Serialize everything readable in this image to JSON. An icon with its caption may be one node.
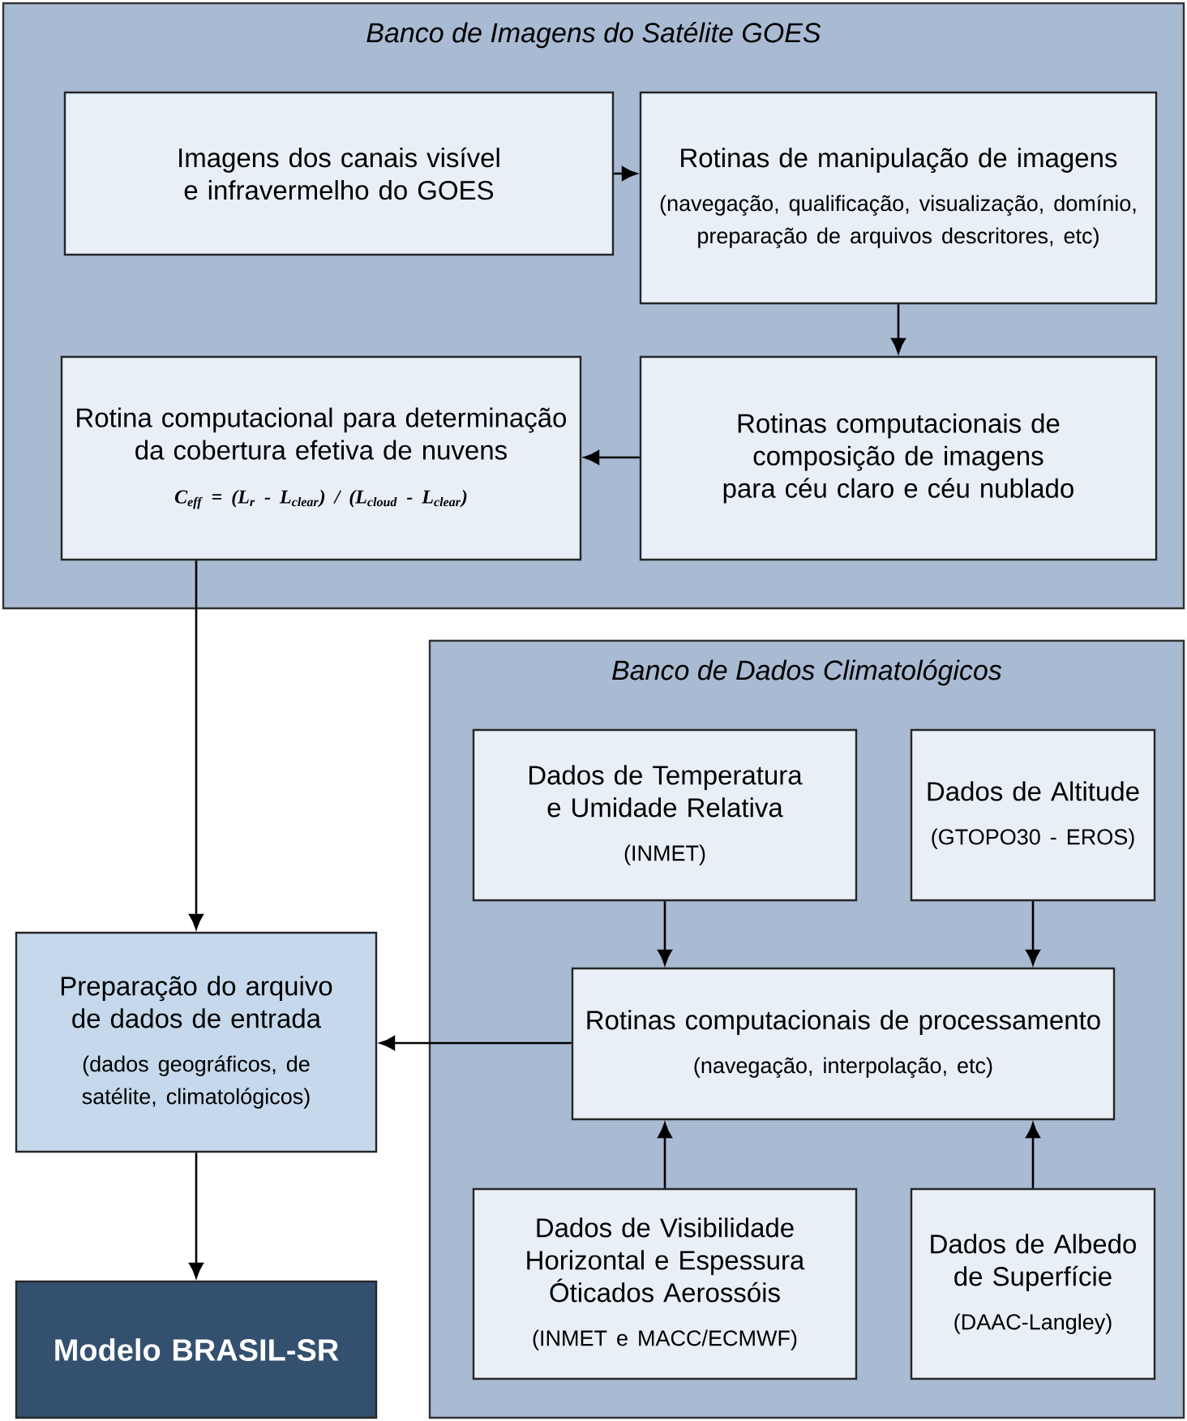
{
  "diagram": {
    "nodes": [
      {
        "text": [
          "Banco de Imagens do Satélite GOES"
        ]
      },
      {
        "text": [
          "Imagens dos canais visível e infravermelho do GOES"
        ],
        "in": 0
      },
      {
        "text": [
          "Rotinas de manipulação de imagens",
          "(navegação, qualificação, visualização, domínio, preparação de arquivos descritores, etc)"
        ],
        "in": 0
      },
      {
        "text": [
          "Rotina computacional para determinação da cobertura efetiva de nuvens",
          "C$_{eff}$ = (L$_{r}$ - L$_{clear}$) / (L$_{cloud}$ - L$_{clear}$)"
        ],
        "in": 0
      },
      {
        "text": [
          "Rotinas computacionais de composição de imagens para céu claro e céu nublado"
        ],
        "in": 0
      },
      {
        "text": [
          "Banco de Dados Climatológicos"
        ]
      },
      {
        "text": [
          "Dados de Temperatura e Umidade Relativa",
          "(INMET)"
        ],
        "in": 5
      },
      {
        "text": [
          "Dados de Altitude",
          "(GTOPO30 - EROS)"
        ],
        "in": 5
      },
      {
        "text": [
          "Rotinas computacionais de processamento",
          "(navegação, interpolação, etc)"
        ],
        "in": 5
      },
      {
        "text": [
          "Dados de Visibilidade Horizontal e Espessura Óticados Aerossóis",
          "(INMET e MACC/ECMWF)"
        ],
        "in": 5
      },
      {
        "text": [
          "Dados de Albedo de Superfície",
          "(DAAC-Langley)"
        ],
        "in": 5
      },
      {
        "text": [
          "Preparação do arquivo de dados de entrada",
          "(dados geográficos, de satélite, climatológicos)"
        ]
      },
      {
        "text": [
          "Modelo BRASIL-SR"
        ]
      }
    ],
    "edges": [
      {
        "from": 1,
        "to": 2,
        "arrow": "to"
      },
      {
        "from": 2,
        "to": 4,
        "arrow": "to"
      },
      {
        "from": 4,
        "to": 3,
        "arrow": "to"
      },
      {
        "from": 3,
        "to": 11,
        "arrow": "to"
      },
      {
        "from": 6,
        "to": 8,
        "arrow": "to"
      },
      {
        "from": 7,
        "to": 8,
        "arrow": "to"
      },
      {
        "from": 9,
        "to": 8,
        "arrow": "to"
      },
      {
        "from": 10,
        "to": 8,
        "arrow": "to"
      },
      {
        "from": 8,
        "to": 11,
        "arrow": "to"
      },
      {
        "from": 11,
        "to": 12,
        "arrow": "to"
      }
    ]
  }
}
